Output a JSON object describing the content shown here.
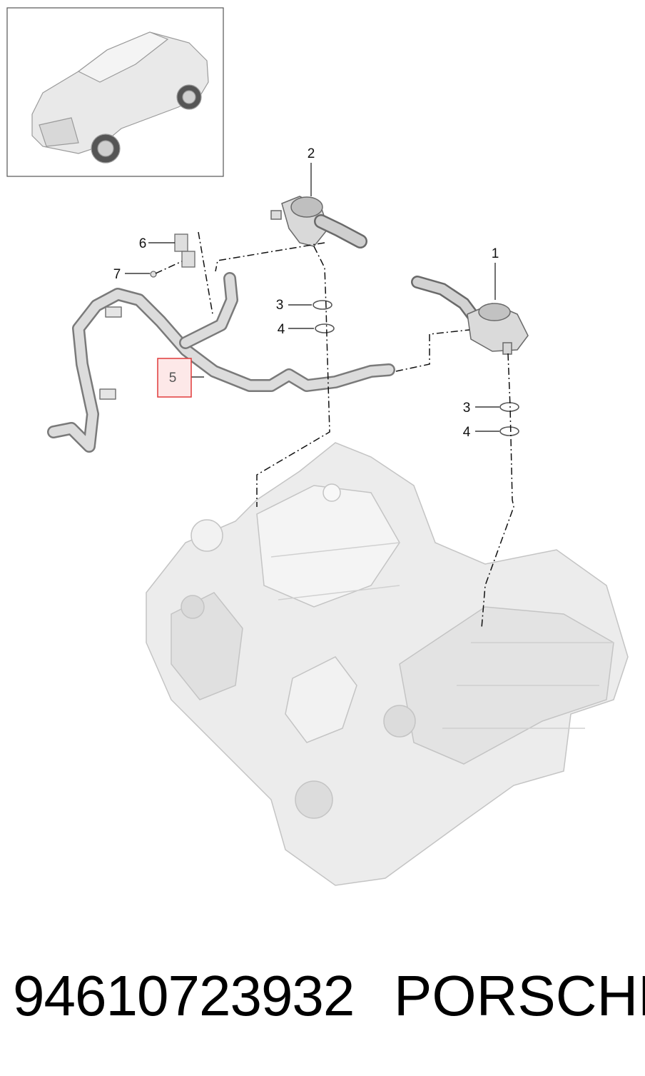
{
  "callouts": {
    "c1": "1",
    "c2": "2",
    "c3a": "3",
    "c4a": "4",
    "c3b": "3",
    "c4b": "4",
    "c5": "5",
    "c6": "6",
    "c7": "7"
  },
  "highlight_color": "#e03a3a",
  "footer": {
    "part_number": "94610723932",
    "brand": "PORSCHE"
  }
}
